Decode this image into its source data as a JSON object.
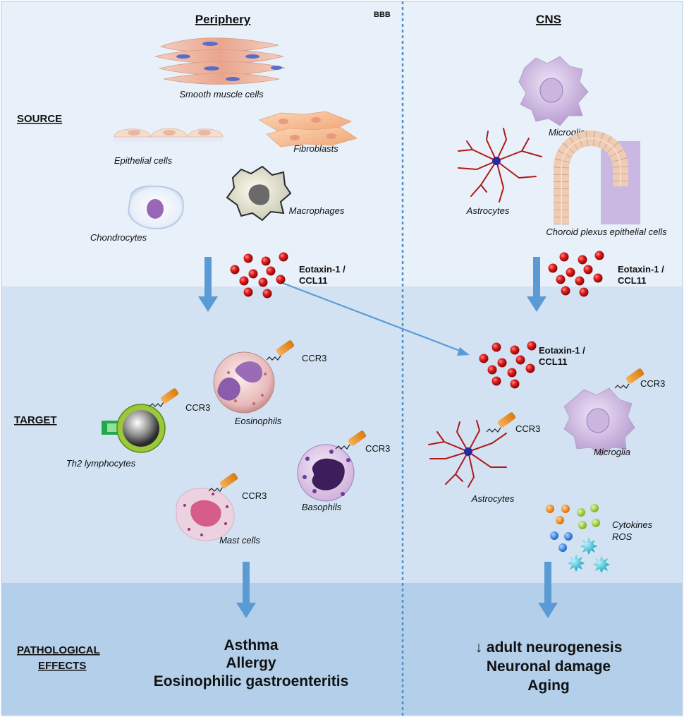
{
  "header": {
    "periphery": "Periphery",
    "bbb": "BBB",
    "cns": "CNS"
  },
  "sections": {
    "source": "SOURCE",
    "target": "TARGET",
    "effects_line1": "PATHOLOGICAL",
    "effects_line2": "EFFECTS"
  },
  "periphery": {
    "source_cells": {
      "smooth_muscle": "Smooth muscle cells",
      "epithelial": "Epithelial cells",
      "fibroblasts": "Fibroblasts",
      "chondrocytes": "Chondrocytes",
      "macrophages": "Macrophages"
    },
    "chemokine_line1": "Eotaxin-1 /",
    "chemokine_line2": "CCL11",
    "target_cells": {
      "eosinophils": "Eosinophils",
      "th2": "Th2 lymphocytes",
      "basophils": "Basophils",
      "mast": "Mast cells"
    },
    "receptor": "CCR3",
    "effects": [
      "Asthma",
      "Allergy",
      "Eosinophilic gastroenteritis"
    ]
  },
  "cns": {
    "source_cells": {
      "microglia": "Microglia",
      "astrocytes": "Astrocytes",
      "choroid": "Choroid plexus epithelial cells"
    },
    "chemokine_line1": "Eotaxin-1 /",
    "chemokine_line2": "CCL11",
    "target_cells": {
      "microglia": "Microglia",
      "astrocytes": "Astrocytes",
      "cytokines": "Cytokines",
      "ros": "ROS"
    },
    "receptor": "CCR3",
    "effects": [
      "↓ adult neurogenesis",
      "Neuronal damage",
      "Aging"
    ]
  },
  "colors": {
    "band_source": "#e8f0f9",
    "band_target": "#d2e2f2",
    "band_effects": "#b3cfe9",
    "arrow": "#5b9bd5",
    "chemokine": "#d01818",
    "astrocyte": "#b01818"
  }
}
